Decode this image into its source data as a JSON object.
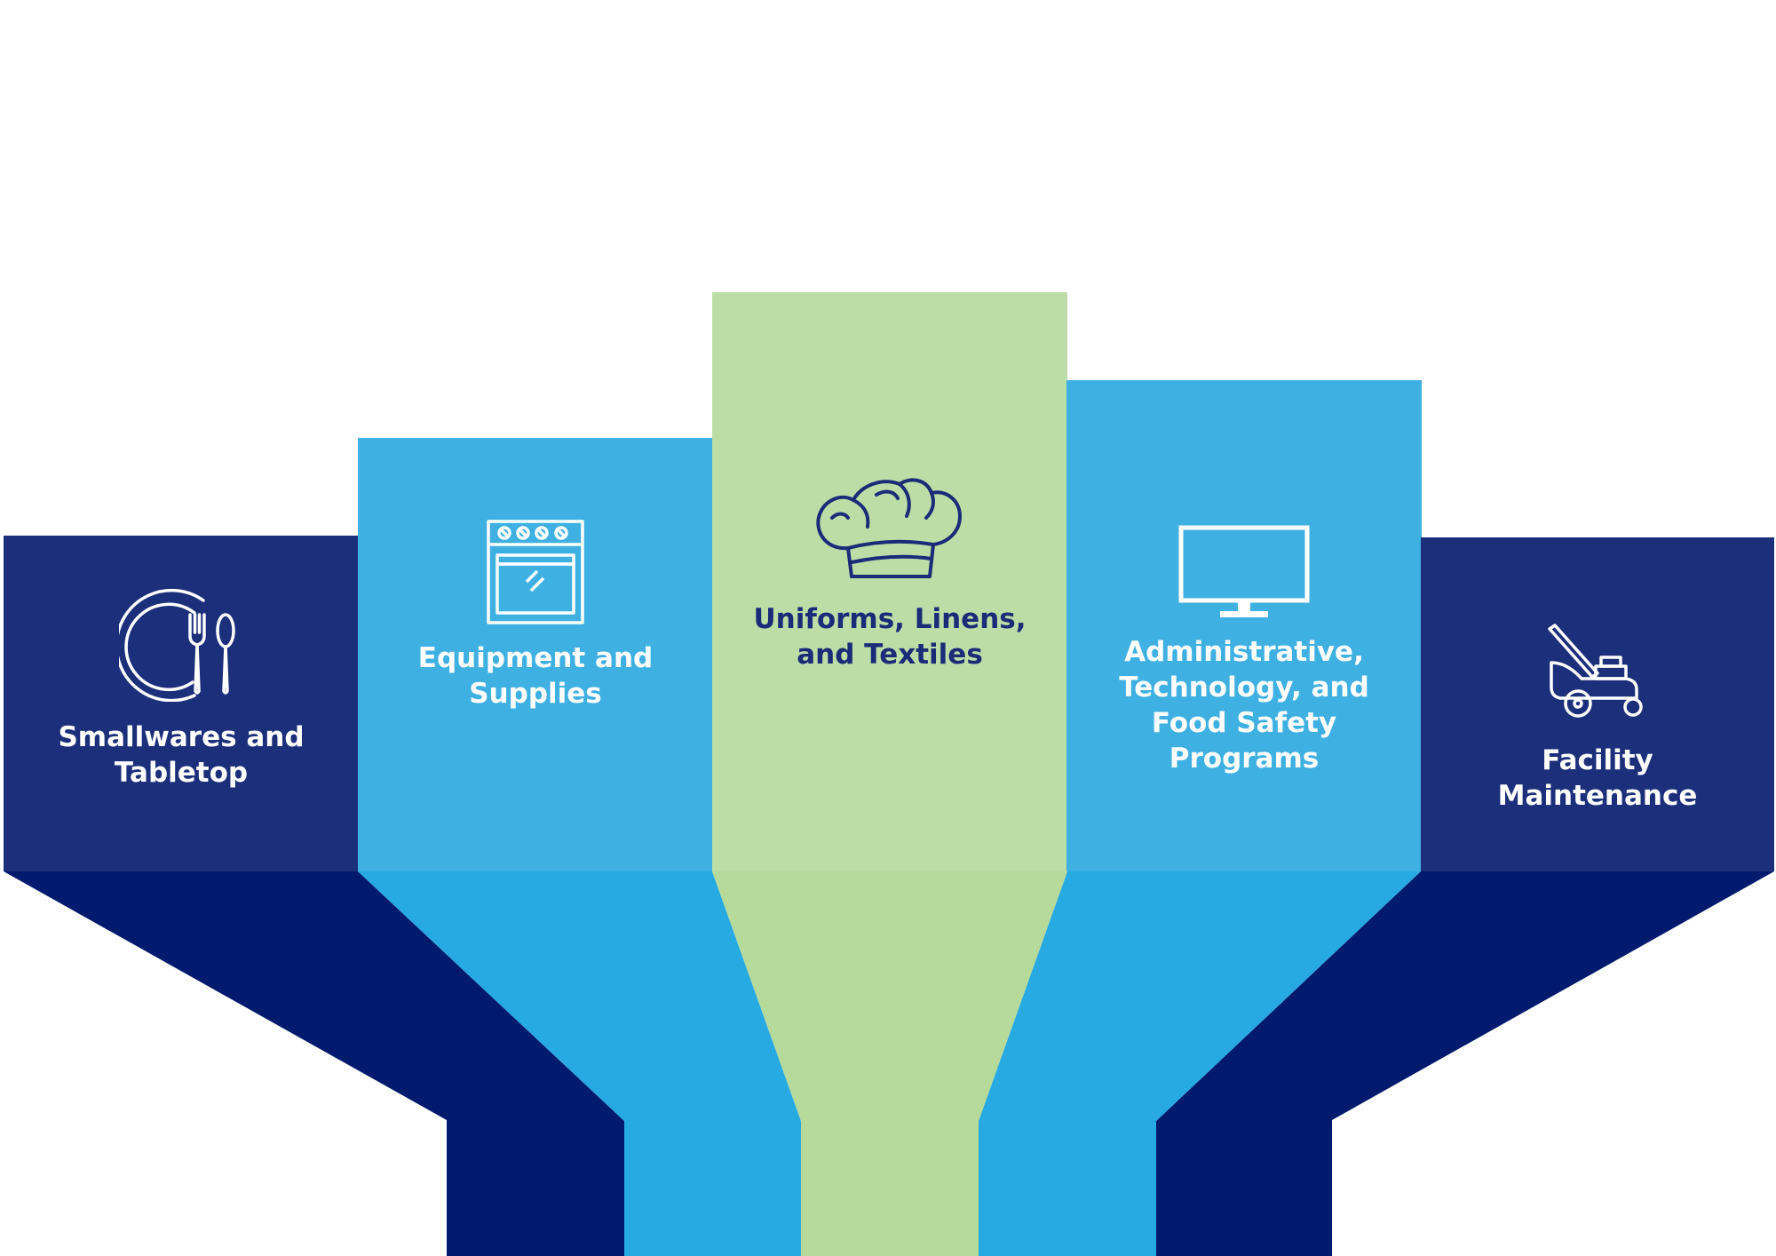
{
  "categories": [
    {
      "id": "smallwares",
      "label": "Smallwares and\nTabletop",
      "icon": "plate-fork-spoon-icon",
      "color": "#1b2f7a"
    },
    {
      "id": "equipment",
      "label": "Equipment and\nSupplies",
      "icon": "oven-icon",
      "color": "#3eb0e2"
    },
    {
      "id": "uniforms",
      "label": "Uniforms, Linens,\nand Textiles",
      "icon": "chef-hat-icon",
      "color": "#bcdda5"
    },
    {
      "id": "administrative",
      "label": "Administrative,\nTechnology, and\nFood Safety\nPrograms",
      "icon": "monitor-icon",
      "color": "#3eb0e2"
    },
    {
      "id": "facility",
      "label": "Facility\nMaintenance",
      "icon": "lawn-mower-icon",
      "color": "#1b2f7a"
    }
  ],
  "funnel_colors": {
    "outer": "#001a6e",
    "middle": "#27a9e1",
    "center": "#b6da9a"
  }
}
